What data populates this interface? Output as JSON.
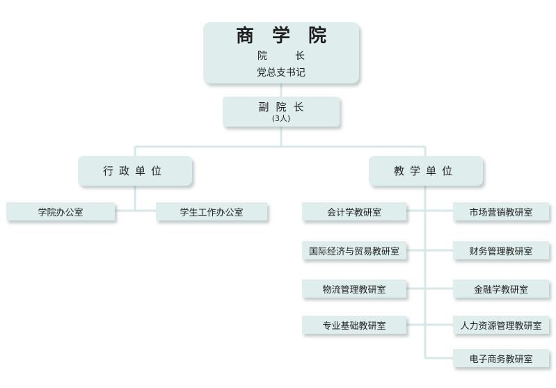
{
  "root": {
    "title": "商学院",
    "line1": "院长",
    "line2": "党总支书记"
  },
  "vice": {
    "title": "副院长",
    "count": "(3人)"
  },
  "admin": {
    "title": "行政单位",
    "units": [
      "学院办公室",
      "学生工作办公室"
    ]
  },
  "teaching": {
    "title": "教学单位",
    "left_units": [
      "会计学教研室",
      "国际经济与贸易教研室",
      "物流管理教研室",
      "专业基础教研室"
    ],
    "right_units": [
      "市场营销教研室",
      "财务管理教研室",
      "金融学教研室",
      "人力资源管理教研室",
      "电子商务教研室"
    ]
  },
  "colors": {
    "box": "#dfeeed",
    "line": "#dfeeed"
  }
}
